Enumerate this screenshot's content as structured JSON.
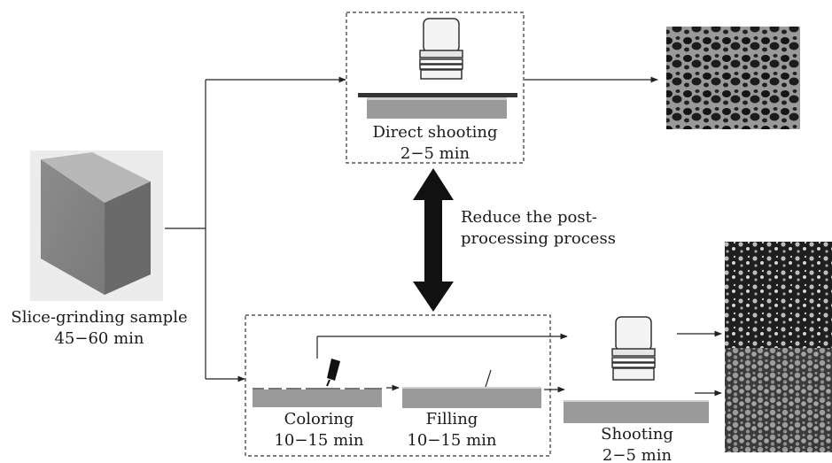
{
  "sample": {
    "name": "Slice-grinding sample",
    "time": "45−60 min"
  },
  "direct": {
    "name": "Direct shooting",
    "time": "2−5 min"
  },
  "note": {
    "line1": "Reduce the post-",
    "line2": "processing process"
  },
  "coloring": {
    "name": "Coloring",
    "time": "10−15 min"
  },
  "filling": {
    "name": "Filling",
    "time": "10−15 min"
  },
  "shooting": {
    "name": "Shooting",
    "time": "2−5 min"
  },
  "icons": [
    "camera-icon",
    "marker-pen-icon",
    "sample-block-icon"
  ]
}
